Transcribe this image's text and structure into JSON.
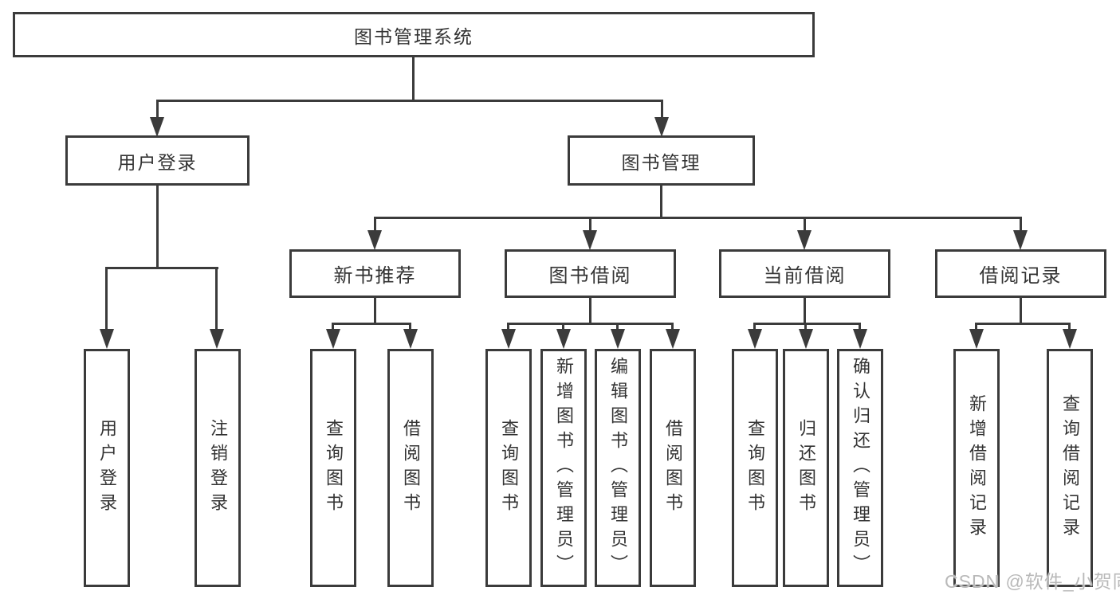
{
  "diagram": {
    "type": "tree-functional-structure",
    "colors": {
      "line": "#3b3b3b",
      "box_border": "#3b3b3b",
      "box_fill": "#ffffff",
      "text": "#333333",
      "background": "#ffffff",
      "watermark_text": "#b9b9b9"
    },
    "nodes": {
      "root": "图书管理系统",
      "user_login": "用户登录",
      "book_mgmt": "图书管理",
      "new_book_rec": "新书推荐",
      "book_borrow": "图书借阅",
      "current_borrow": "当前借阅",
      "borrow_records": "借阅记录"
    },
    "leaves": {
      "user_login": [
        "用户登录",
        "注销登录"
      ],
      "new_book_rec": [
        "查询图书",
        "借阅图书"
      ],
      "book_borrow": [
        "查询图书",
        "新增图书（管理员）",
        "编辑图书（管理员）",
        "借阅图书"
      ],
      "current_borrow": [
        "查询图书",
        "归还图书",
        "确认归还（管理员）"
      ],
      "borrow_records": [
        "新增借阅记录",
        "查询借阅记录"
      ]
    },
    "watermark": "CSDN @软件_小贺同学"
  }
}
